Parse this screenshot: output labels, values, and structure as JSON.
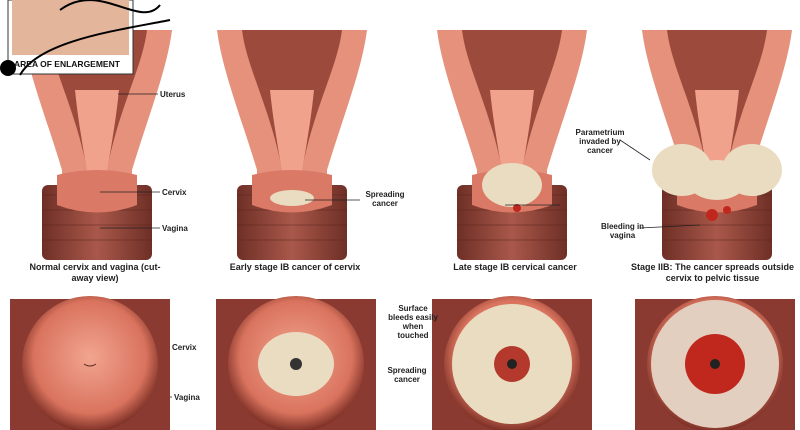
{
  "inset": {
    "label": "AREA OF ENLARGEMENT"
  },
  "top_labels": {
    "uterus": "Uterus",
    "cervix": "Cervix",
    "vagina": "Vagina",
    "spreading_cancer": "Spreading cancer",
    "parametrium": "Parametrium invaded by cancer",
    "bleeding": "Bleeding in vagina"
  },
  "captions": [
    "Normal cervix and vagina (cut-away view)",
    "Early stage IB cancer of cervix",
    "Late stage IB cervical cancer",
    "Stage IIB: The cancer spreads outside cervix to pelvic tissue"
  ],
  "bottom_labels": {
    "cervix": "Cervix",
    "vagina": "Vagina",
    "surface_bleeds": "Surface bleeds easily when touched",
    "spreading_cancer": "Spreading cancer"
  },
  "colors": {
    "tissue": "#e8907a",
    "dark": "#8a3a30",
    "cancer": "#eadcc0",
    "blood": "#c0281e"
  }
}
